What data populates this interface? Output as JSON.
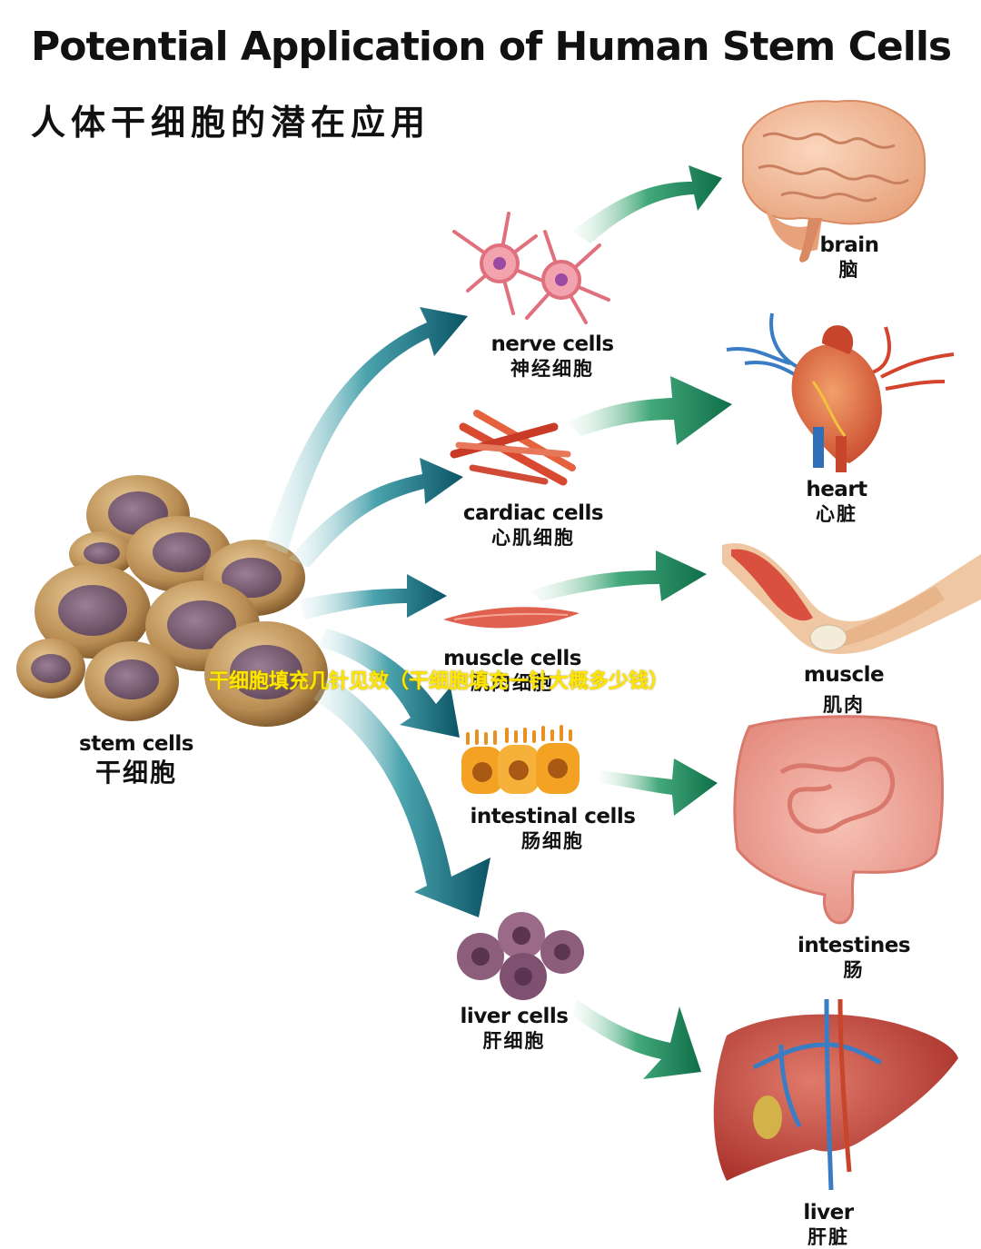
{
  "title": {
    "en": "Potential Application of Human Stem Cells",
    "zh": "人体干细胞的潜在应用"
  },
  "source": {
    "en": "stem cells",
    "zh": "干细胞"
  },
  "cells": [
    {
      "id": "nerve",
      "en": "nerve cells",
      "zh": "神经细胞"
    },
    {
      "id": "cardiac",
      "en": "cardiac cells",
      "zh": "心肌细胞"
    },
    {
      "id": "muscle",
      "en": "muscle cells",
      "zh": "肌肉细胞"
    },
    {
      "id": "intestinal",
      "en": "intestinal cells",
      "zh": "肠细胞"
    },
    {
      "id": "liver",
      "en": "liver cells",
      "zh": "肝细胞"
    }
  ],
  "organs": [
    {
      "id": "brain",
      "en": "brain",
      "zh": "脑"
    },
    {
      "id": "heart",
      "en": "heart",
      "zh": "心脏"
    },
    {
      "id": "muscle",
      "en": "muscle",
      "zh": "肌肉"
    },
    {
      "id": "intestines",
      "en": "intestines",
      "zh": "肠"
    },
    {
      "id": "liver",
      "en": "liver",
      "zh": "肝脏"
    }
  ],
  "overlay_text": "干细胞填充几针见效（干细胞填充一针大概多少钱）",
  "colors": {
    "arrow_teal": "#0d5f73",
    "arrow_green": "#137a55",
    "stem_cell": "#b88c52",
    "nucleus": "#7d5f78",
    "overlay": "#ffe600"
  }
}
